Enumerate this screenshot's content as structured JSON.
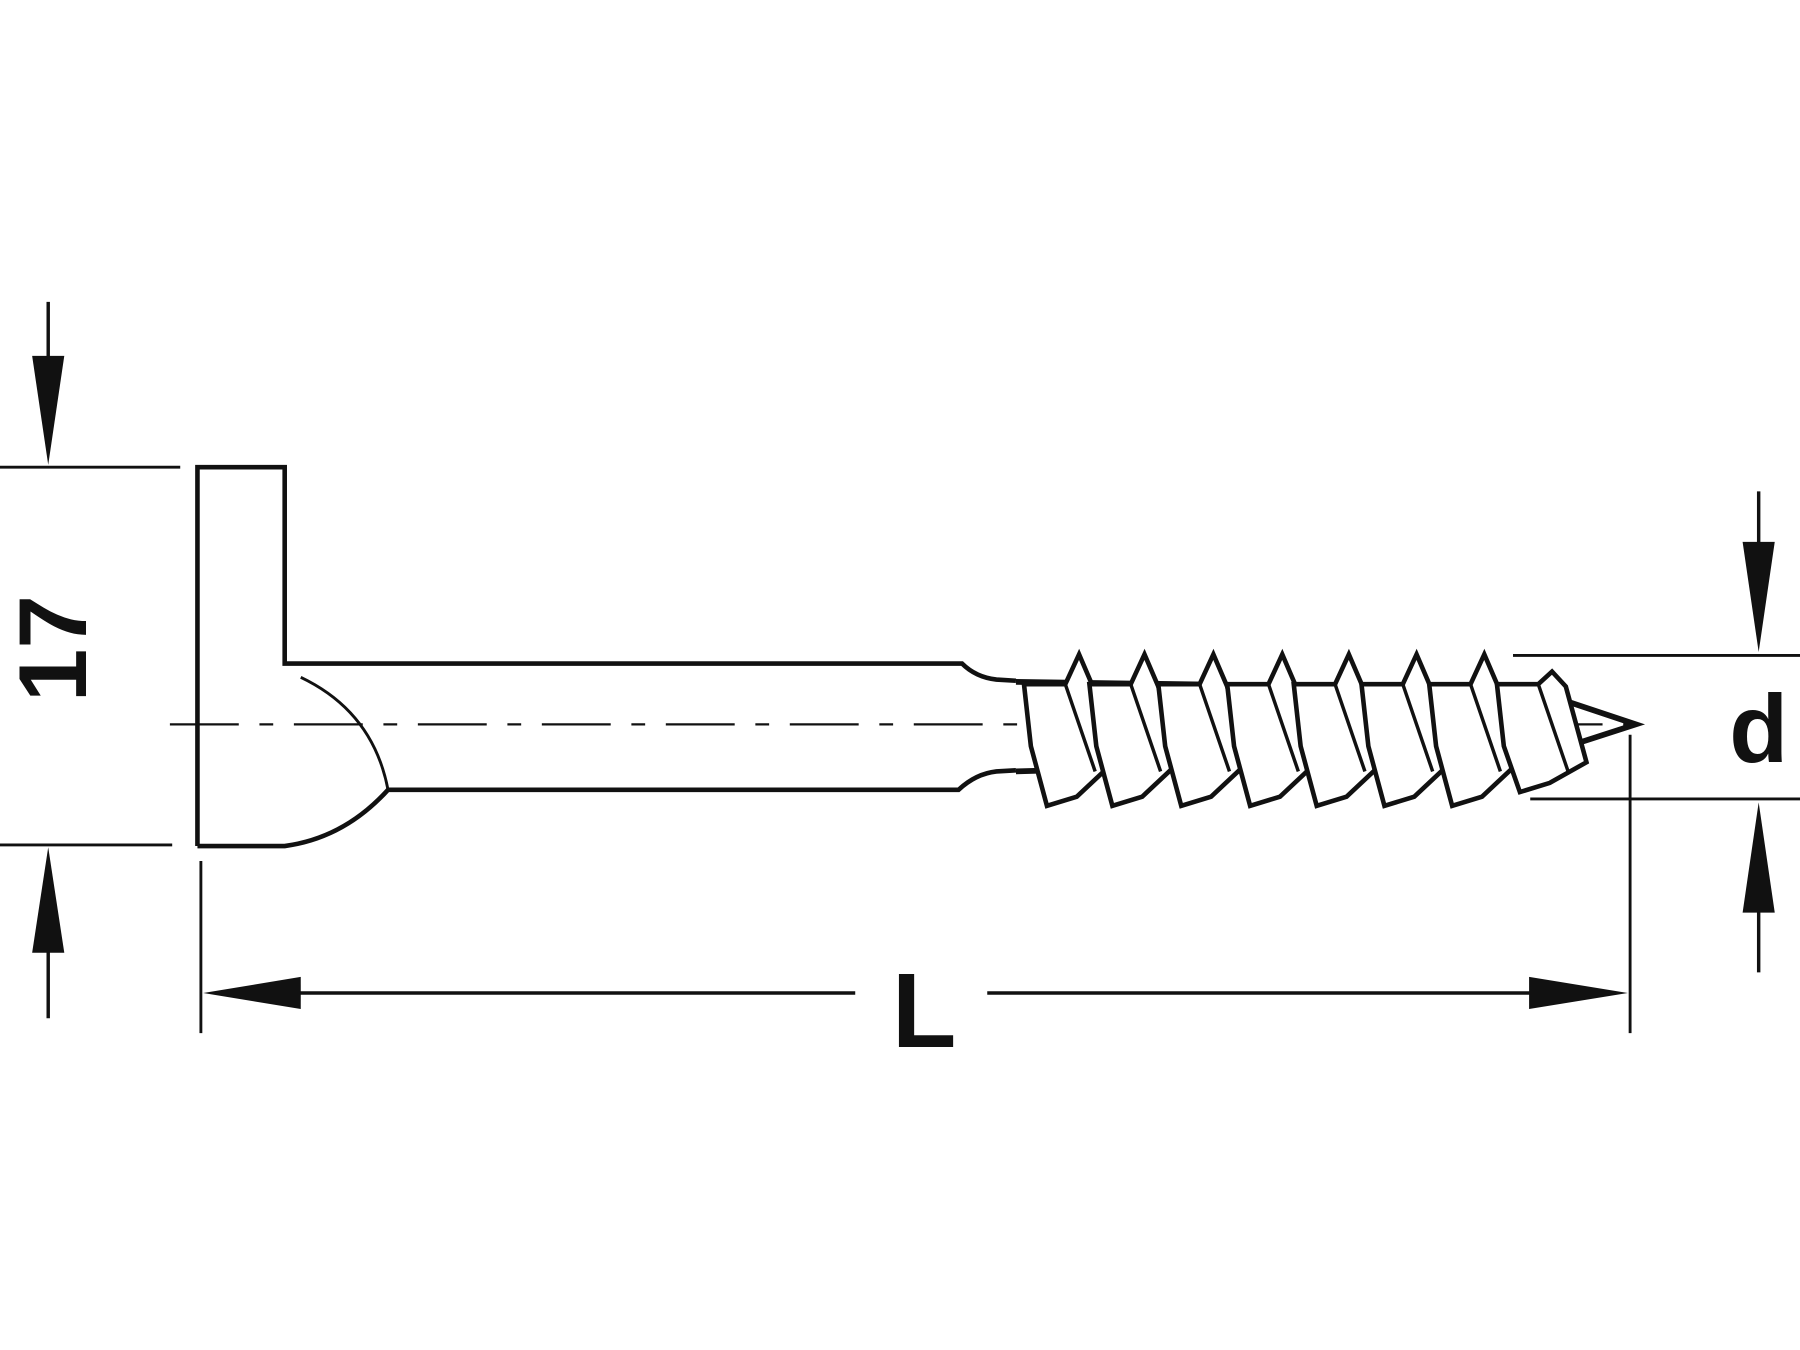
{
  "drawing": {
    "title_labels": {
      "head_height": "17",
      "length": "L",
      "diameter": "d"
    },
    "line_color": "#111111",
    "background": "#ffffff"
  }
}
